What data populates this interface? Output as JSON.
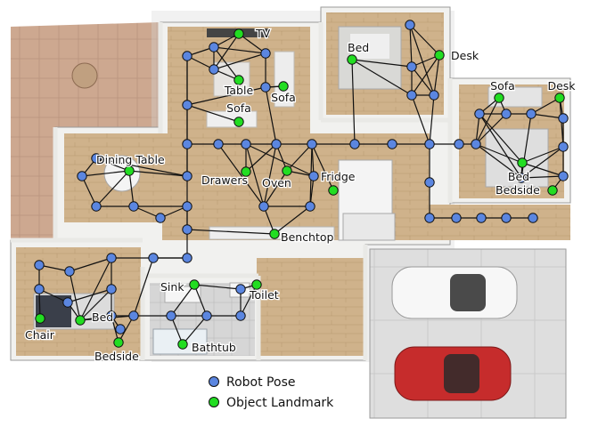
{
  "legend": {
    "robot_pose": "Robot Pose",
    "object_landmark": "Object Landmark"
  },
  "colors": {
    "robot_pose": "#5b86e0",
    "object_landmark": "#22dd22",
    "edge": "#111111",
    "floor_wood": "#cdb08a",
    "wall": "#f1f1ef",
    "tile": "#cfcfcf",
    "garage": "#dcdcdc",
    "patio": "#c7a48a",
    "car_white": "#f5f5f5",
    "car_red": "#c82a2a"
  },
  "landmarks": [
    {
      "id": "tv",
      "label": "TV"
    },
    {
      "id": "table",
      "label": "Table"
    },
    {
      "id": "sofa_living",
      "label": "Sofa"
    },
    {
      "id": "sofa_living2",
      "label": "Sofa"
    },
    {
      "id": "bed_top",
      "label": "Bed"
    },
    {
      "id": "desk_top",
      "label": "Desk"
    },
    {
      "id": "sofa_right",
      "label": "Sofa"
    },
    {
      "id": "desk_right",
      "label": "Desk"
    },
    {
      "id": "bed_right",
      "label": "Bed"
    },
    {
      "id": "bedside_right",
      "label": "Bedside"
    },
    {
      "id": "dining_table",
      "label": "Dining Table"
    },
    {
      "id": "drawers",
      "label": "Drawers"
    },
    {
      "id": "oven",
      "label": "Oven"
    },
    {
      "id": "fridge",
      "label": "Fridge"
    },
    {
      "id": "benchtop",
      "label": "Benchtop"
    },
    {
      "id": "sink",
      "label": "Sink"
    },
    {
      "id": "toilet",
      "label": "Toilet"
    },
    {
      "id": "bathtub",
      "label": "Bathtub"
    },
    {
      "id": "bed_left",
      "label": "Bed"
    },
    {
      "id": "chair",
      "label": "Chair"
    },
    {
      "id": "bedside_left",
      "label": "Bedside"
    }
  ]
}
